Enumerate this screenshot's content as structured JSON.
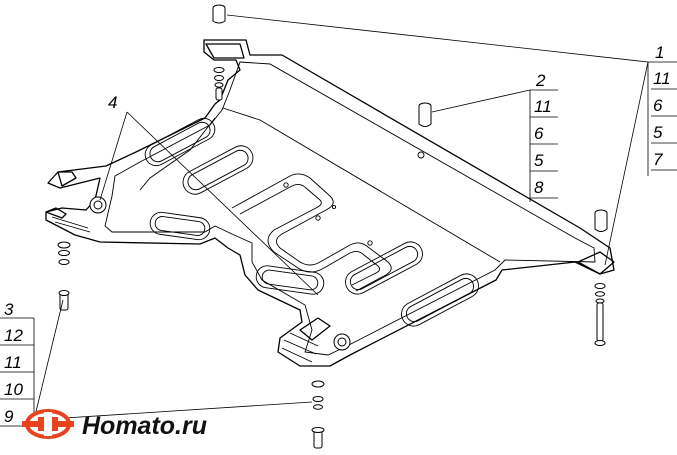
{
  "callouts": {
    "top_right": [
      "1",
      "11",
      "6",
      "5",
      "7"
    ],
    "center": [
      "2",
      "11",
      "6",
      "5",
      "8"
    ],
    "left_top": "4",
    "bottom_left": [
      "3",
      "12",
      "11",
      "10",
      "9"
    ]
  },
  "logo": {
    "text": "Homato.ru",
    "accent_color": "#e8431d"
  },
  "colors": {
    "line": "#000000",
    "background": "#ffffff"
  }
}
